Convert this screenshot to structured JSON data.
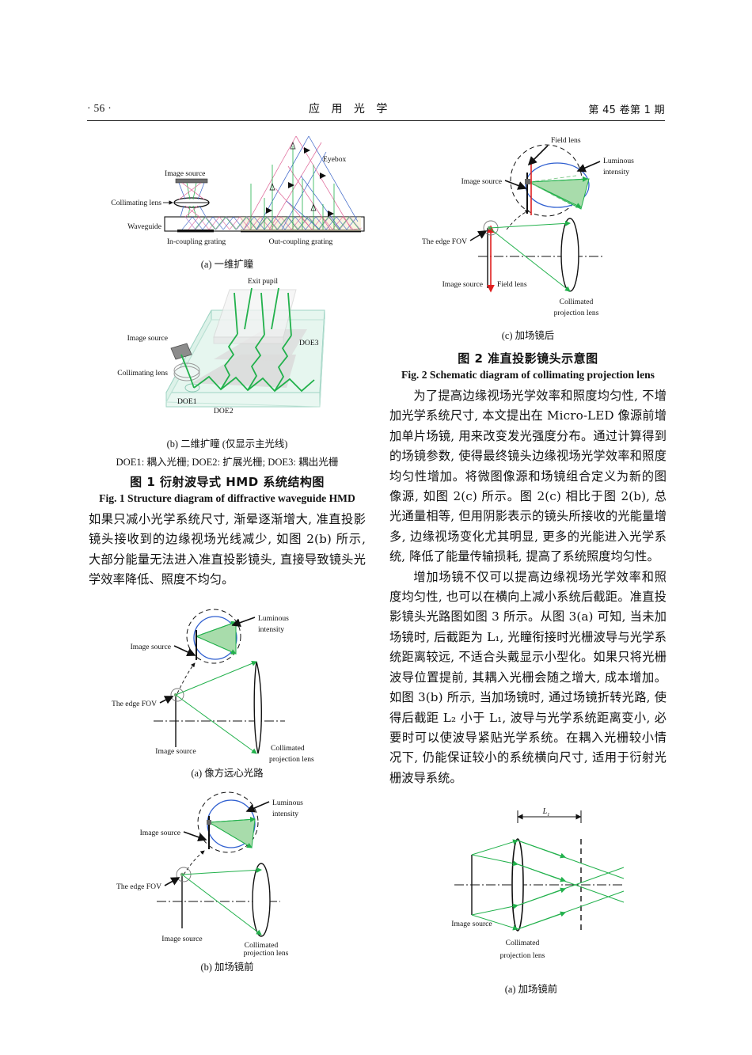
{
  "header": {
    "page_number": "· 56 ·",
    "journal_title": "应 用 光 学",
    "volume_issue": "第 45 卷第 1 期"
  },
  "figure1": {
    "sub_a": {
      "caption": "(a) 一维扩瞳",
      "labels": {
        "image_source": "Image source",
        "collimating_lens": "Collimating lens",
        "waveguide": "Waveguide",
        "in_coupling": "In-coupling grating",
        "out_coupling": "Out-coupling grating",
        "eyebox": "Eyebox"
      }
    },
    "sub_b": {
      "caption": "(b) 二维扩瞳 (仅显示主光线)",
      "labels": {
        "exit_pupil": "Exit pupil",
        "image_source": "Image source",
        "collimating_lens": "Collimating lens",
        "doe1": "DOE1",
        "doe2": "DOE2",
        "doe3": "DOE3"
      }
    },
    "note": "DOE1: 耦入光栅; DOE2: 扩展光栅; DOE3: 耦出光栅",
    "caption_cn": "图 1    衍射波导式 HMD 系统结构图",
    "caption_en": "Fig. 1    Structure diagram of diffractive waveguide HMD"
  },
  "paragraphs": {
    "left_p1": "如果只减小光学系统尺寸, 渐晕逐渐增大, 准直投影镜头接收到的边缘视场光线减少, 如图 2(b) 所示, 大部分能量无法进入准直投影镜头, 直接导致镜头光学效率降低、照度不均匀。",
    "right_p1": "为了提高边缘视场光学效率和照度均匀性, 不增加光学系统尺寸, 本文提出在 Micro-LED 像源前增加单片场镜, 用来改变发光强度分布。通过计算得到的场镜参数, 使得最终镜头边缘视场光学效率和照度均匀性增加。将微图像源和场镜组合定义为新的图像源, 如图 2(c) 所示。图 2(c) 相比于图 2(b), 总光通量相等, 但用阴影表示的镜头所接收的光能量增多, 边缘视场变化尤其明显, 更多的光能进入光学系统, 降低了能量传输损耗, 提高了系统照度均匀性。",
    "right_p2": "增加场镜不仅可以提高边缘视场光学效率和照度均匀性, 也可以在横向上减小系统后截距。准直投影镜头光路图如图 3 所示。从图 3(a) 可知, 当未加场镜时, 后截距为 L₁, 光瞳衔接时光栅波导与光学系统距离较远, 不适合头戴显示小型化。如果只将光栅波导位置提前, 其耦入光栅会随之增大, 成本增加。如图 3(b) 所示, 当加场镜时, 通过场镜折转光路, 使得后截距 L₂ 小于 L₁, 波导与光学系统距离变小, 必要时可以使波导紧贴光学系统。在耦入光栅较小情况下, 仍能保证较小的系统横向尺寸, 适用于衍射光栅波导系统。"
  },
  "figure2": {
    "sub_a": {
      "caption": "(a) 像方远心光路",
      "labels": {
        "luminous_intensity_l1": "Luminous",
        "luminous_intensity_l2": "intensity",
        "image_source_top": "Image source",
        "edge_fov": "The edge FOV",
        "image_source_bottom": "Image source",
        "collimated_l1": "Collimated",
        "collimated_l2": "projection lens"
      }
    },
    "sub_b": {
      "caption": "(b) 加场镜前",
      "labels": {
        "luminous_intensity_l1": "Luminous",
        "luminous_intensity_l2": "intensity",
        "image_source_top": "Image source",
        "edge_fov": "The edge FOV",
        "image_source_bottom": "Image source",
        "collimated_l1": "Collimated",
        "collimated_l2": "projection lens"
      }
    },
    "sub_c": {
      "caption": "(c) 加场镜后",
      "labels": {
        "field_lens_top": "Field lens",
        "luminous_intensity_l1": "Luminous",
        "luminous_intensity_l2": "intensity",
        "image_source_top": "Image source",
        "edge_fov": "The edge FOV",
        "image_source_bottom": "Image source",
        "field_lens_bottom": "Field lens",
        "collimated_l1": "Collimated",
        "collimated_l2": "projection lens"
      }
    },
    "caption_cn": "图 2    准直投影镜头示意图",
    "caption_en": "Fig. 2    Schematic diagram of collimating projection lens"
  },
  "figure3": {
    "sub_a": {
      "caption": "(a) 加场镜前",
      "labels": {
        "dimension": "L",
        "dimension_sub": "1",
        "image_source": "Image source",
        "collimated_l1": "Collimated",
        "collimated_l2": "projection lens"
      }
    }
  },
  "colors": {
    "ray_green": "#22b14c",
    "ray_blue": "#4169c9",
    "ray_magenta": "#e06a9a",
    "ray_red": "#e02020",
    "circle_blue": "#2f5fd0",
    "shade_green": "#a8dcab",
    "waveguide_teal": "#d8efe6",
    "ink": "#111111"
  }
}
